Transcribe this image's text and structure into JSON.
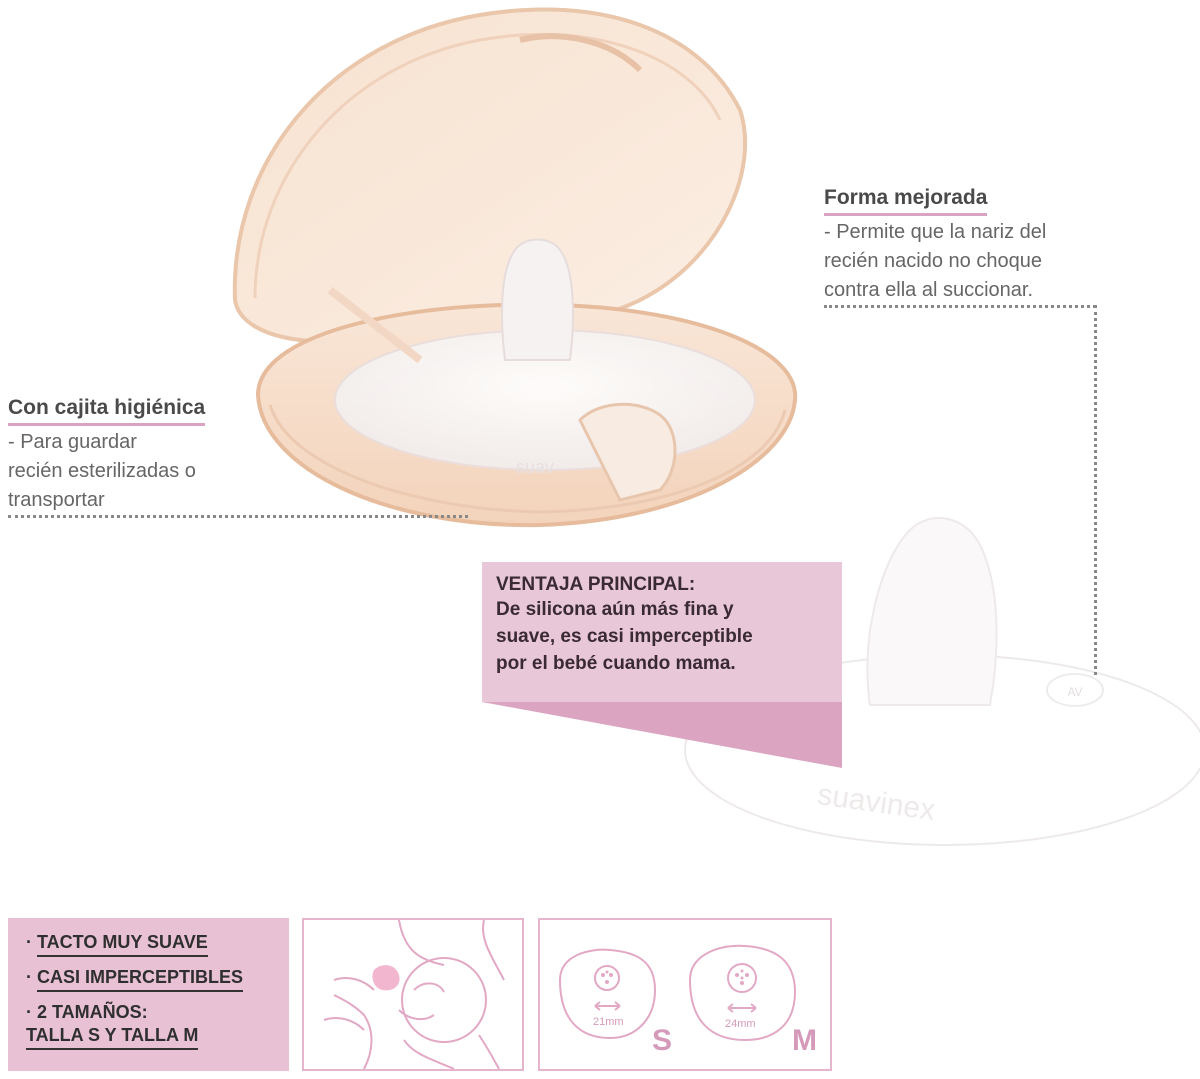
{
  "callouts": {
    "left": {
      "title": "Con cajita higiénica",
      "lines": [
        "- Para guardar",
        "recién esterilizadas o",
        "transportar"
      ]
    },
    "right": {
      "title": "Forma mejorada",
      "lines": [
        "- Permite que la nariz del",
        "recién nacido no choque",
        "contra ella al succionar."
      ]
    }
  },
  "ventaja": {
    "title": "VENTAJA PRINCIPAL:",
    "lines": [
      "De silicona aún más fina y",
      "suave, es casi imperceptible",
      "por el bebé cuando mama."
    ]
  },
  "features": [
    {
      "bullet": "·",
      "text": "TACTO MUY SUAVE"
    },
    {
      "bullet": "·",
      "text": "CASI IMPERCEPTIBLES"
    },
    {
      "bullet": "·",
      "text": "2 TAMAÑOS:"
    },
    {
      "bullet": "",
      "text": "TALLA S Y TALLA M"
    }
  ],
  "sizes": {
    "small": {
      "measure": "21mm",
      "letter": "S"
    },
    "medium": {
      "measure": "24mm",
      "letter": "M"
    }
  },
  "brand_mark": "suavinex",
  "brand_mark_small": "AV",
  "colors": {
    "accent": "#e8c1d5",
    "accent_dark": "#d59ab9",
    "case": "#f5d9c4"
  }
}
